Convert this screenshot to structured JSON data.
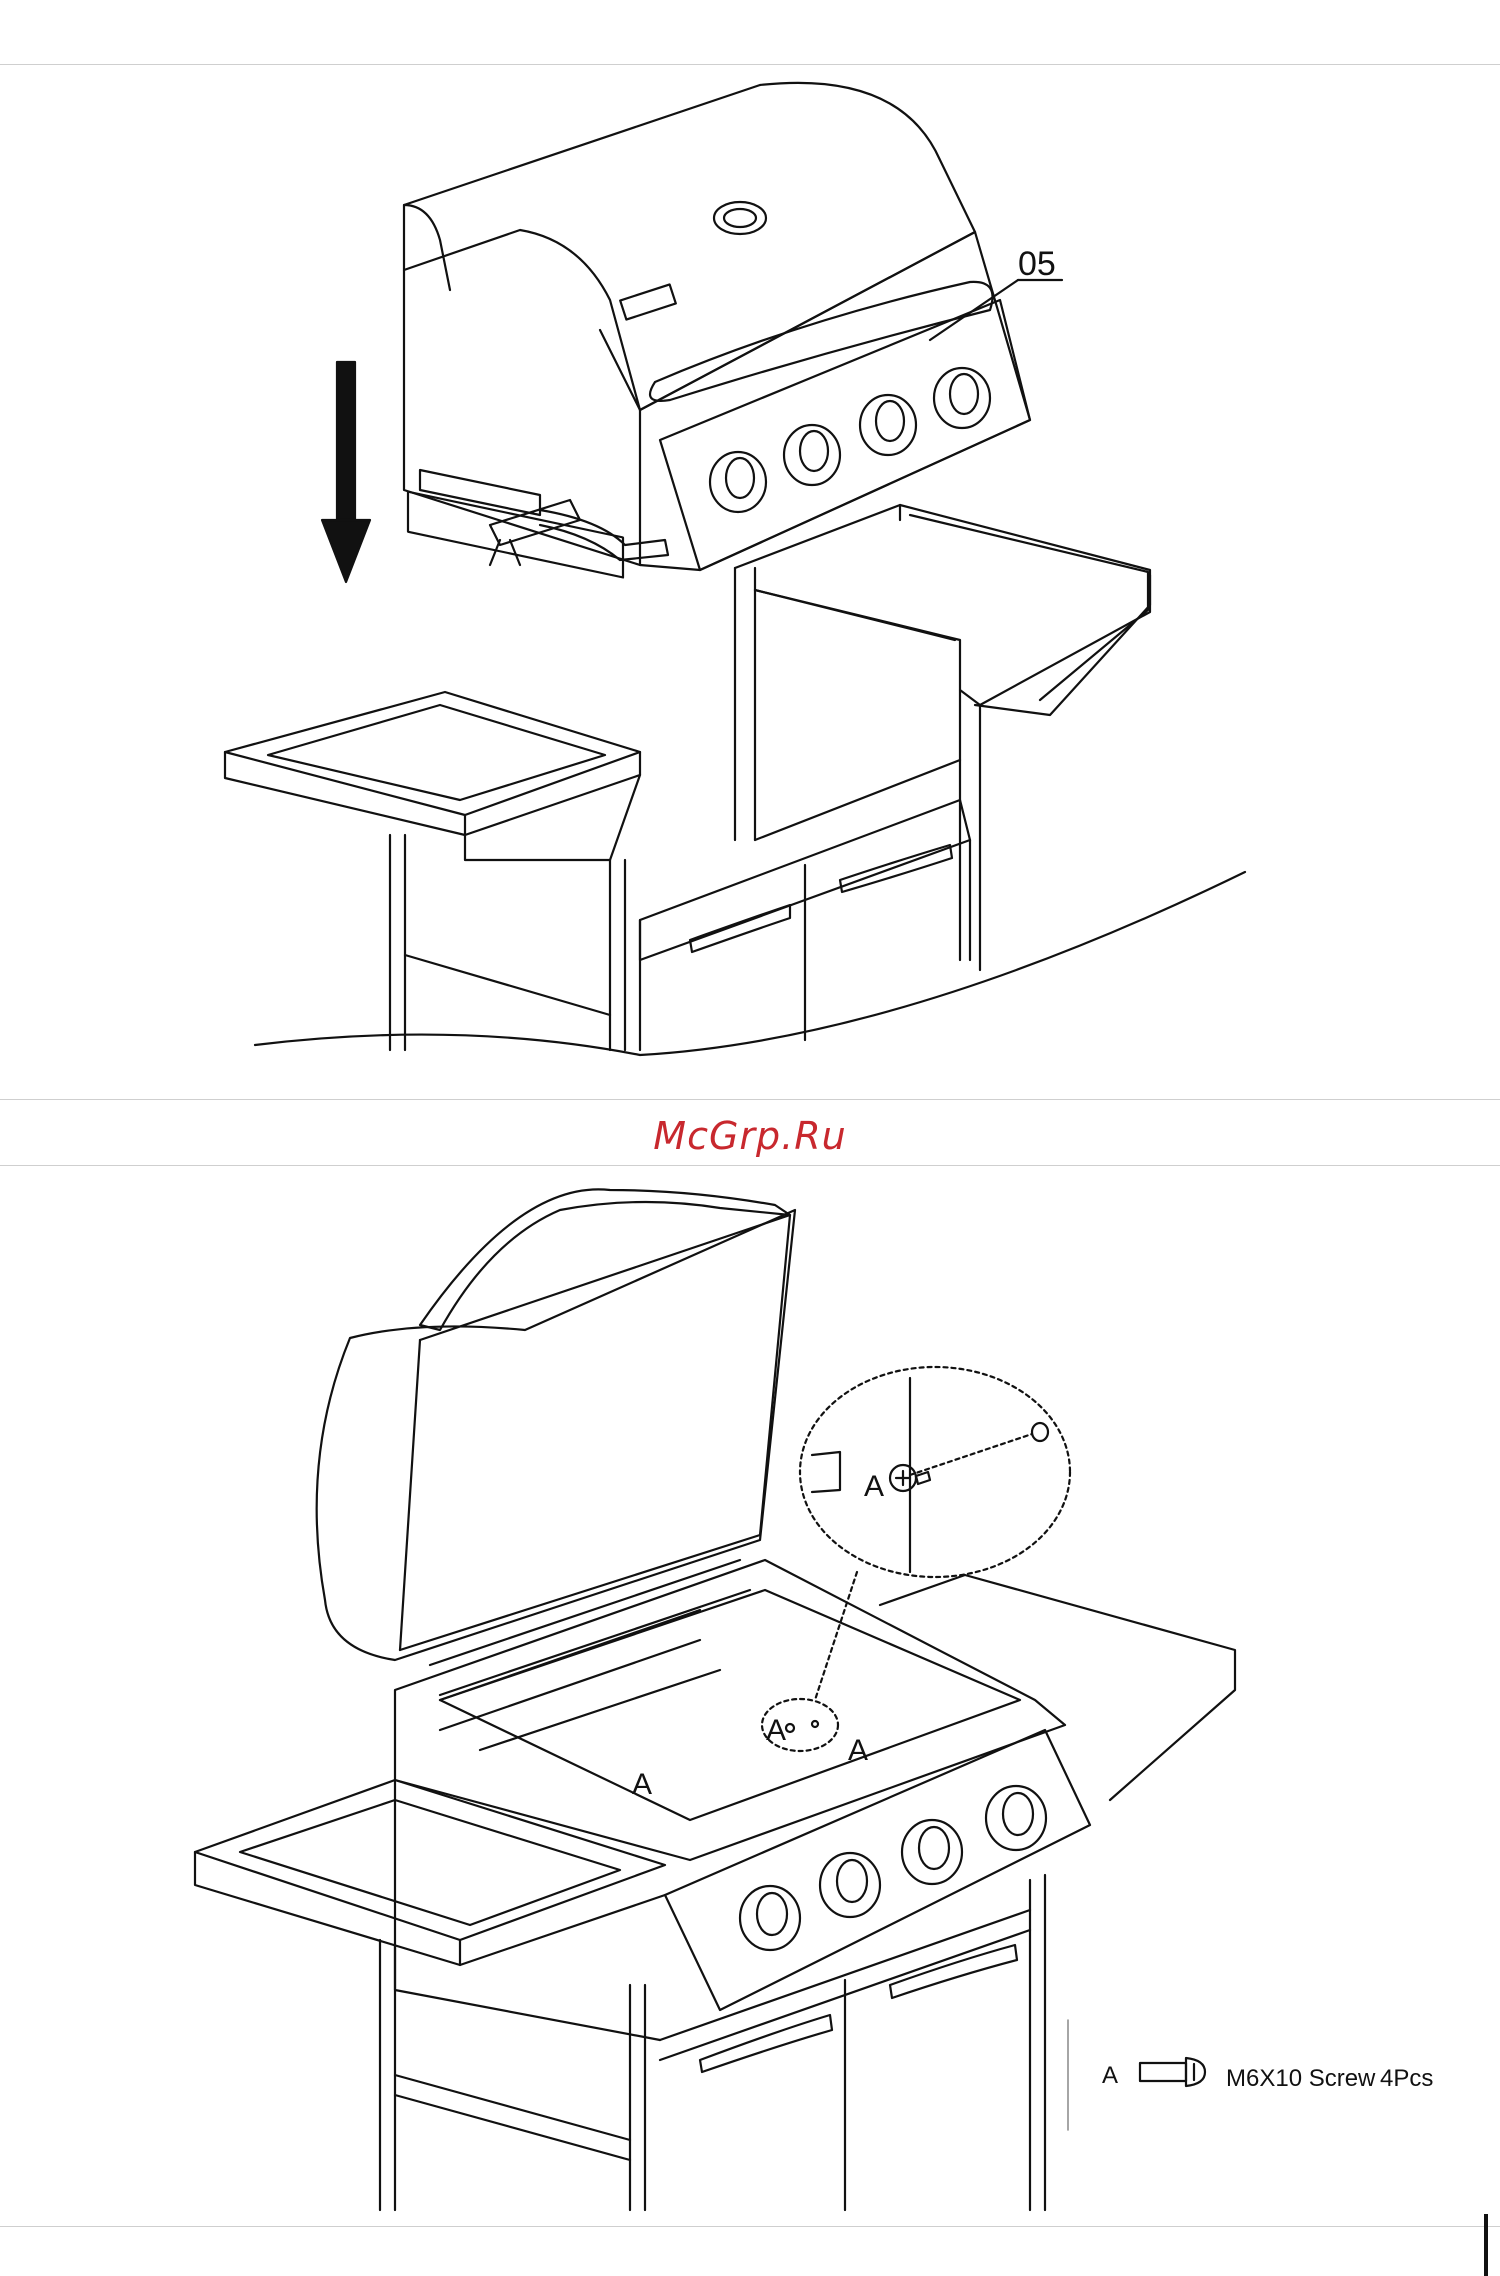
{
  "watermark": "McGrp.Ru",
  "top_step": {
    "part_label": "05"
  },
  "bottom_step": {
    "screw_label": "A",
    "legend": {
      "letter": "A",
      "description": "M6X10 Screw",
      "quantity": "4Pcs"
    }
  },
  "icons": [
    "down-arrow-icon",
    "screw-icon"
  ]
}
